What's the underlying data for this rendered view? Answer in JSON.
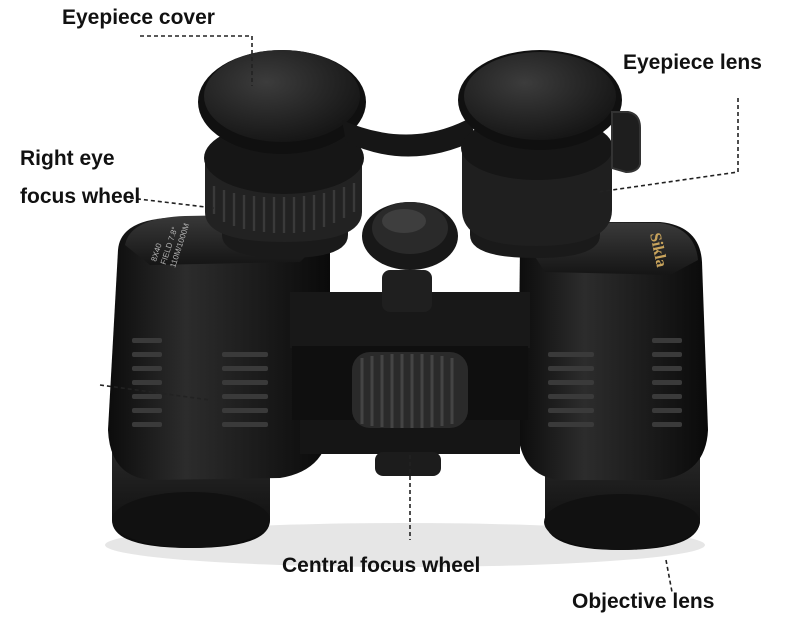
{
  "labels": {
    "eyepiece_cover": "Eyepiece cover",
    "eyepiece_lens": "Eyepiece lens",
    "right_eye_line1": "Right eye",
    "right_eye_line2": "focus wheel",
    "central_focus_wheel": "Central focus wheel",
    "objective_lens": "Objective lens"
  },
  "product": {
    "brand": "Sikla",
    "spec_line1": "8X40",
    "spec_line2": "FIELD 7.8°",
    "spec_line3": "110M/1000M"
  },
  "colors": {
    "body": "#1c1c1c",
    "rubber": "#262626",
    "highlight": "#4a4a4a",
    "brand_text": "#c9a45c",
    "leader_line": "#222222"
  }
}
